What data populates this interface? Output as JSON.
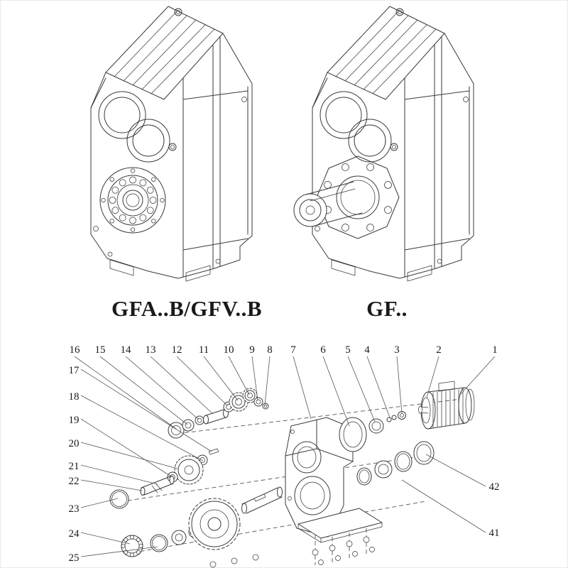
{
  "labels": {
    "left_model": "GFA..B/GFV..B",
    "right_model": "GF.."
  },
  "callouts": {
    "top": [
      "16",
      "15",
      "14",
      "13",
      "12",
      "11",
      "10",
      "9",
      "8",
      "7",
      "6",
      "5",
      "4",
      "3",
      "2",
      "1"
    ],
    "left": [
      "17",
      "18",
      "19",
      "20",
      "21",
      "22",
      "23",
      "24",
      "25"
    ],
    "right": [
      "42",
      "41"
    ]
  },
  "colors": {
    "line": "#3a3a3a",
    "leader": "#555555",
    "text": "#1a1a1a",
    "background": "#ffffff"
  }
}
